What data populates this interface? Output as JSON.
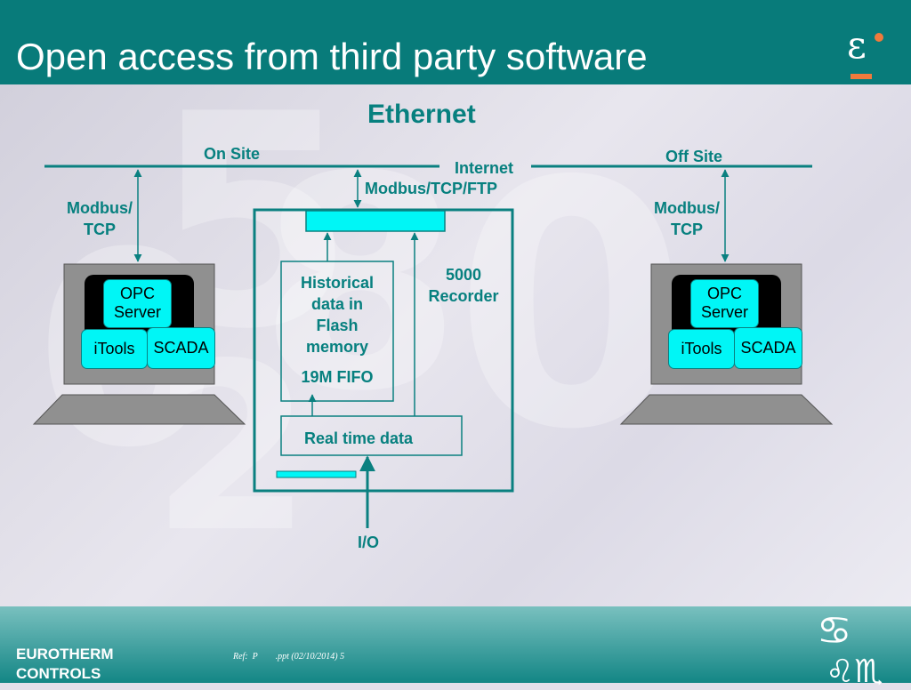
{
  "header": {
    "title": "Open access from third party software",
    "logo_glyph": "ε"
  },
  "diagram": {
    "title": "Ethernet",
    "on_site": "On Site",
    "off_site": "Off Site",
    "internet": "Internet",
    "modbus_tcp_ftp": "Modbus/TCP/FTP",
    "left_link": "Modbus/\nTCP",
    "right_link": "Modbus/\nTCP",
    "recorder_label": "5000\nRecorder",
    "historical": "Historical\ndata in\nFlash\nmemory",
    "fifo": "19M FIFO",
    "real_time": "Real time data",
    "io": "I/O",
    "left_pc": {
      "opc": "OPC\nServer",
      "itools": "iTools",
      "scada": "SCADA"
    },
    "right_pc": {
      "opc": "OPC\nServer",
      "itools": "iTools",
      "scada": "SCADA"
    }
  },
  "footer": {
    "company": "EUROTHERM\nCONTROLS",
    "ref": "Ref:  P        .ppt (02/10/2014) 5",
    "zodiac_1": "♋",
    "zodiac_2": "♌♏"
  },
  "colors": {
    "header": "#087b7a",
    "accent": "#07807f",
    "cyan": "#00f6f6",
    "logo_accent": "#f07a3c"
  }
}
